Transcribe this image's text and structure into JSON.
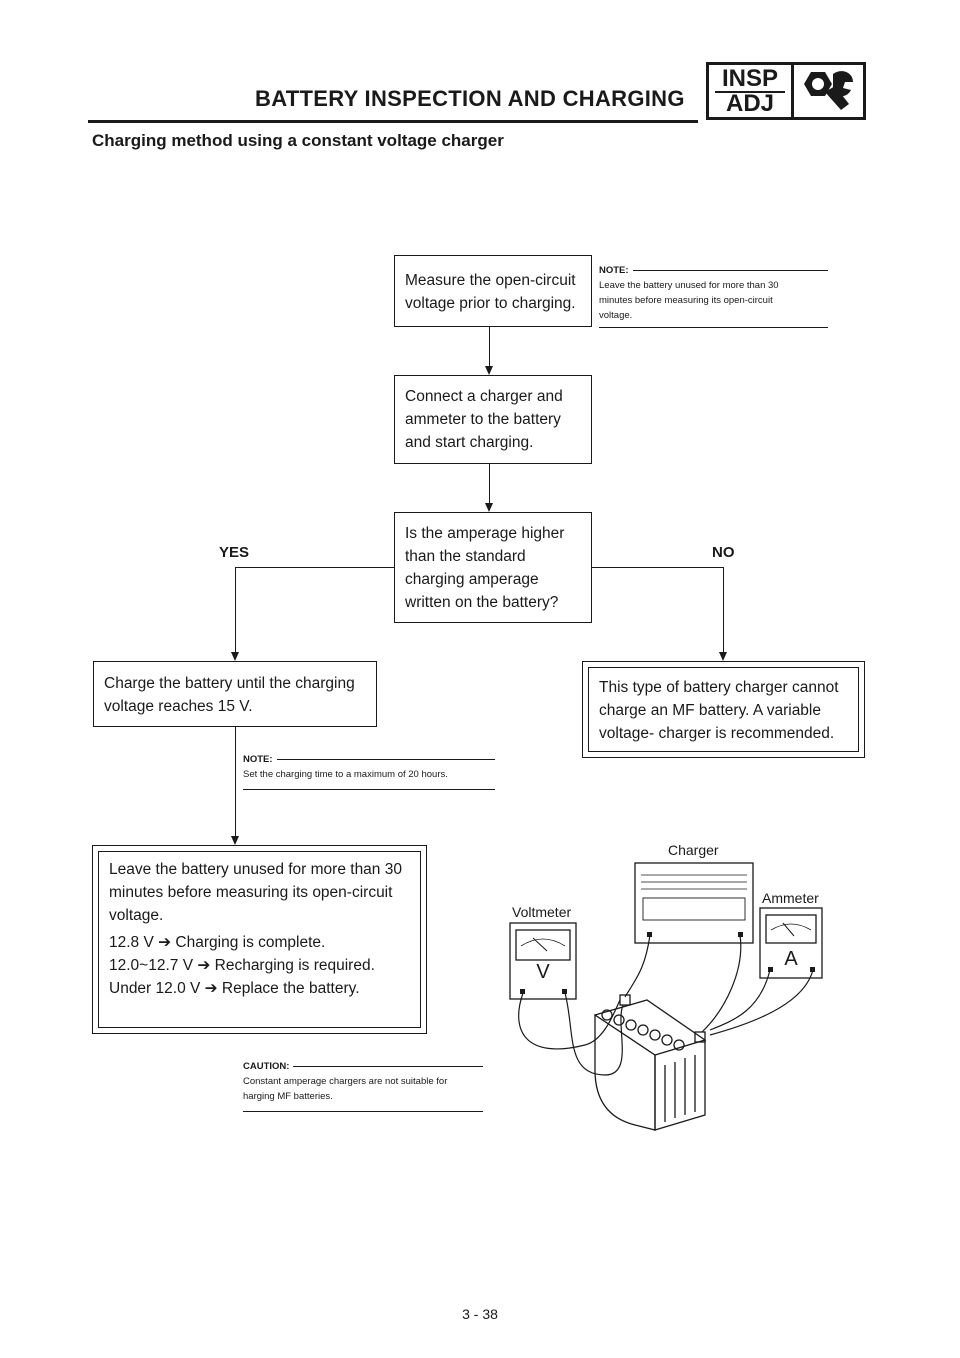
{
  "header": {
    "title": "BATTERY INSPECTION AND CHARGING",
    "badge_line1": "INSP",
    "badge_line2": "ADJ",
    "badge_icon": "wrench-nut-icon"
  },
  "subtitle": "Charging method using a constant voltage charger",
  "flow": {
    "step1": [
      "Measure the open-circuit",
      "voltage prior to charging."
    ],
    "note1": {
      "head": "NOTE:",
      "lines": [
        "Leave the battery unused for more than 30",
        "minutes before measuring its open-circuit",
        "voltage."
      ]
    },
    "step2": [
      "Connect a charger and",
      "ammeter to the battery",
      "and start charging."
    ],
    "decision": [
      "Is the amperage higher",
      "than the standard",
      "charging amperage",
      "written on the battery?"
    ],
    "yes_label": "YES",
    "no_label": "NO",
    "yes_box": [
      "Charge the battery until the charging",
      "voltage reaches 15 V."
    ],
    "no_box": [
      "This type of battery charger cannot",
      "charge an MF battery. A variable",
      "voltage- charger is recommended."
    ],
    "note2": {
      "head": "NOTE:",
      "lines": [
        "Set the charging time to a maximum of 20 hours."
      ]
    },
    "final_box": {
      "lines": [
        "Leave the battery unused for more than 30",
        "minutes before measuring its open-circuit",
        "voltage."
      ],
      "results": [
        "12.8 V ➔ Charging is complete.",
        "12.0~12.7 V ➔ Recharging is required.",
        "Under 12.0 V ➔ Replace the battery."
      ]
    },
    "caution": {
      "head": "CAUTION:",
      "lines": [
        "Constant amperage chargers are not suitable for",
        "harging MF batteries."
      ]
    }
  },
  "illustration": {
    "charger_label": "Charger",
    "ammeter_label": "Ammeter",
    "voltmeter_label": "Voltmeter",
    "voltmeter_symbol": "V",
    "ammeter_symbol": "A"
  },
  "page_number": "3 - 38"
}
